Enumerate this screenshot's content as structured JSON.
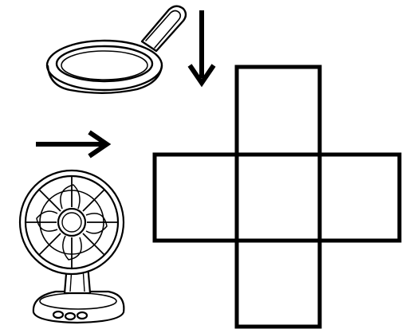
{
  "figure": {
    "items": [
      {
        "id": "pan",
        "icon": "frying-pan-icon"
      },
      {
        "id": "fan",
        "icon": "electric-fan-icon"
      }
    ],
    "arrows": [
      {
        "id": "down-arrow",
        "icon": "arrow-down-icon",
        "direction": "down"
      },
      {
        "id": "right-arrow",
        "icon": "arrow-right-icon",
        "direction": "right"
      }
    ],
    "grid": {
      "shape": "plus",
      "cells": [
        "top",
        "left",
        "center",
        "right",
        "bottom"
      ]
    },
    "colors": {
      "ink": "#000000",
      "background": "#ffffff"
    }
  }
}
